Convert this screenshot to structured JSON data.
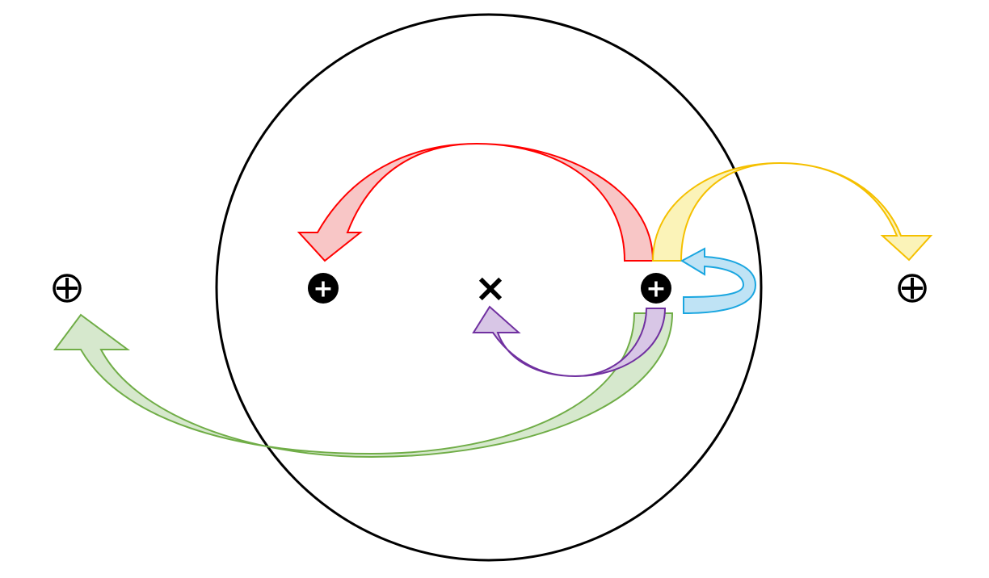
{
  "diagram": {
    "symbols": {
      "outer_charge": "⊕",
      "inner_charge": "+",
      "center_mark": "×"
    },
    "colors": {
      "circle": "#000000",
      "red_arrow": "#ff0000",
      "red_fill": "#f8c6c6",
      "yellow_arrow": "#f5c000",
      "yellow_fill": "#fbf3b8",
      "blue_arrow": "#1aa6e0",
      "blue_fill": "#bfe3f5",
      "purple_arrow": "#7030a0",
      "purple_fill": "#d8c6e6",
      "green_arrow": "#70ad47",
      "green_fill": "#d6e8cd"
    },
    "nodes": [
      {
        "id": "outer-left",
        "kind": "outer_charge",
        "symbol": "⊕"
      },
      {
        "id": "inner-left",
        "kind": "inner_charge",
        "symbol": "+"
      },
      {
        "id": "center",
        "kind": "center_mark",
        "symbol": "×"
      },
      {
        "id": "inner-right",
        "kind": "inner_charge",
        "symbol": "+"
      },
      {
        "id": "outer-right",
        "kind": "outer_charge",
        "symbol": "⊕"
      }
    ],
    "arrows": [
      {
        "id": "red",
        "from": "inner-right",
        "to": "inner-left"
      },
      {
        "id": "yellow",
        "from": "inner-right",
        "to": "outer-right"
      },
      {
        "id": "blue",
        "from": "inner-right",
        "to": "inner-right"
      },
      {
        "id": "purple",
        "from": "inner-right",
        "to": "center"
      },
      {
        "id": "green",
        "from": "inner-right",
        "to": "outer-left"
      }
    ]
  }
}
